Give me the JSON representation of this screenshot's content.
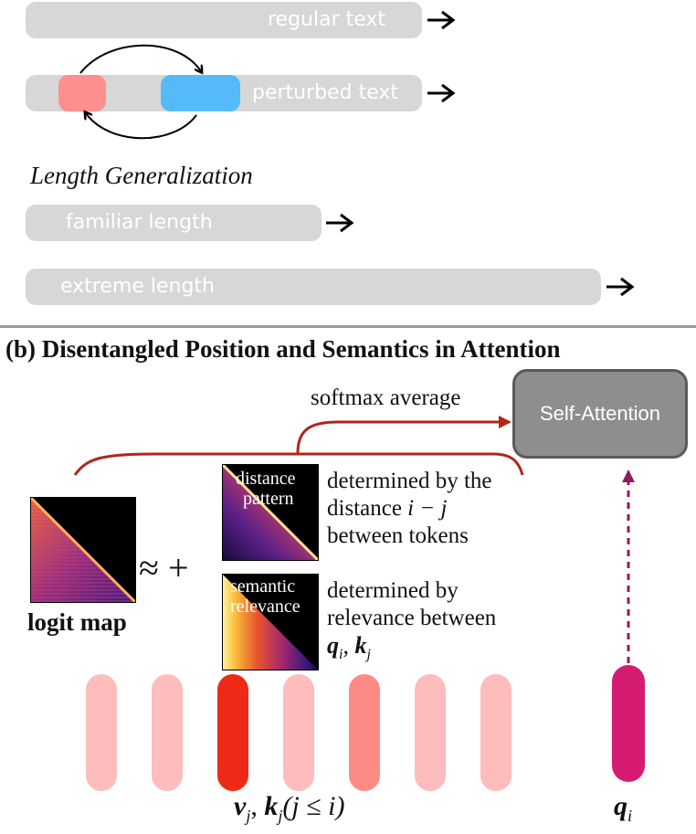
{
  "top": {
    "regular_text": "regular text",
    "perturbed_text": "perturbed text",
    "length_heading": "Length Generalization",
    "familiar_length": "familiar length",
    "extreme_length": "extreme length"
  },
  "bottom": {
    "heading": "(b) Disentangled Position and Semantics in Attention",
    "self_attention": "Self-Attention",
    "softmax_average": "softmax average",
    "logit_map": "logit map",
    "approx_plus": "≈ +",
    "distance_pattern_l1": "distance",
    "distance_pattern_l2": "pattern",
    "semantic_relevance_l1": "semantic",
    "semantic_relevance_l2": "relevance",
    "distance_desc_l1": "determined by the",
    "distance_desc_l2a": "distance ",
    "distance_desc_l2b": "i − j",
    "distance_desc_l3": "between tokens",
    "relevance_desc_l1": "determined by",
    "relevance_desc_l2": "relevance between",
    "qk_q": "q",
    "qk_qsub": "i",
    "qk_k": "k",
    "qk_ksub": "j",
    "vk_v": "v",
    "vk_vsub": "j",
    "vk_k": "k",
    "vk_ksub": "j",
    "vk_cond": "(j ≤ i)",
    "query_q": "q",
    "query_sub": "i"
  },
  "tokens": [
    {
      "color": "#ffbcbc"
    },
    {
      "color": "#ffbcbc"
    },
    {
      "color": "#ee2a17"
    },
    {
      "color": "#ffbcbc"
    },
    {
      "color": "#fe8a86"
    },
    {
      "color": "#ffbcbc"
    },
    {
      "color": "#ffbcbc"
    }
  ],
  "colors": {
    "bar": "#d7d7d7",
    "red_swap": "#ff8f8f",
    "blue_swap": "#55bbf8",
    "arrow_red": "#b0261a",
    "query": "#d41b70",
    "dashed": "#8e1c5e"
  }
}
